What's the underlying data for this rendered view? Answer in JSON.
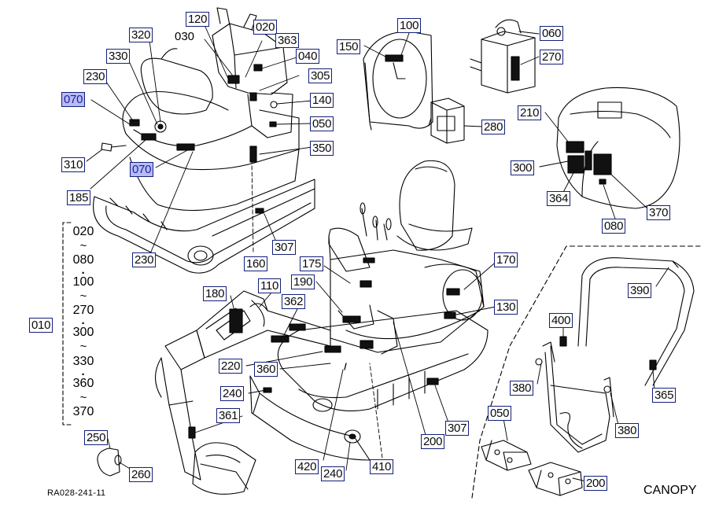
{
  "diagram": {
    "reference_code": "RA028-241-11",
    "section_title": "CANOPY",
    "highlight_color": "#b8bcf0",
    "label_border_color": "#111f7a",
    "callouts": [
      {
        "id": "c120a",
        "text": "120"
      },
      {
        "id": "c020a",
        "text": "020"
      },
      {
        "id": "c320",
        "text": "320"
      },
      {
        "id": "c030",
        "text": "030"
      },
      {
        "id": "c363",
        "text": "363"
      },
      {
        "id": "c040",
        "text": "040"
      },
      {
        "id": "c330",
        "text": "330"
      },
      {
        "id": "c305",
        "text": "305"
      },
      {
        "id": "c230a",
        "text": "230"
      },
      {
        "id": "c070a",
        "text": "070",
        "highlighted": true
      },
      {
        "id": "c140",
        "text": "140"
      },
      {
        "id": "c050a",
        "text": "050"
      },
      {
        "id": "c350",
        "text": "350"
      },
      {
        "id": "c310",
        "text": "310"
      },
      {
        "id": "c070b",
        "text": "070",
        "highlighted": true
      },
      {
        "id": "c185",
        "text": "185"
      },
      {
        "id": "c150",
        "text": "150"
      },
      {
        "id": "c100",
        "text": "100"
      },
      {
        "id": "c060",
        "text": "060"
      },
      {
        "id": "c270a",
        "text": "270"
      },
      {
        "id": "c280",
        "text": "280"
      },
      {
        "id": "c210",
        "text": "210"
      },
      {
        "id": "c300a",
        "text": "300"
      },
      {
        "id": "c364",
        "text": "364"
      },
      {
        "id": "c370a",
        "text": "370"
      },
      {
        "id": "c080a",
        "text": "080"
      },
      {
        "id": "c307a",
        "text": "307"
      },
      {
        "id": "c230b",
        "text": "230"
      },
      {
        "id": "c160",
        "text": "160"
      },
      {
        "id": "c175",
        "text": "175"
      },
      {
        "id": "c170",
        "text": "170"
      },
      {
        "id": "c390",
        "text": "390"
      },
      {
        "id": "c110",
        "text": "110"
      },
      {
        "id": "c190",
        "text": "190"
      },
      {
        "id": "c180",
        "text": "180"
      },
      {
        "id": "c362",
        "text": "362"
      },
      {
        "id": "c130",
        "text": "130"
      },
      {
        "id": "c400",
        "text": "400"
      },
      {
        "id": "c010",
        "text": "010"
      },
      {
        "id": "c220",
        "text": "220"
      },
      {
        "id": "c360",
        "text": "360"
      },
      {
        "id": "c380a",
        "text": "380"
      },
      {
        "id": "c365",
        "text": "365"
      },
      {
        "id": "c240a",
        "text": "240"
      },
      {
        "id": "c361",
        "text": "361"
      },
      {
        "id": "c050b",
        "text": "050"
      },
      {
        "id": "c307b",
        "text": "307"
      },
      {
        "id": "c380b",
        "text": "380"
      },
      {
        "id": "c250",
        "text": "250"
      },
      {
        "id": "c200a",
        "text": "200"
      },
      {
        "id": "c420",
        "text": "420"
      },
      {
        "id": "c240b",
        "text": "240"
      },
      {
        "id": "c410",
        "text": "410"
      },
      {
        "id": "c260",
        "text": "260"
      },
      {
        "id": "c200b",
        "text": "200"
      }
    ],
    "range_list": {
      "items": [
        "020",
        "080",
        "100",
        "270",
        "300",
        "330",
        "360",
        "370"
      ],
      "separators": [
        "~",
        "·",
        "~",
        "·",
        "~",
        "·",
        "~"
      ]
    }
  }
}
